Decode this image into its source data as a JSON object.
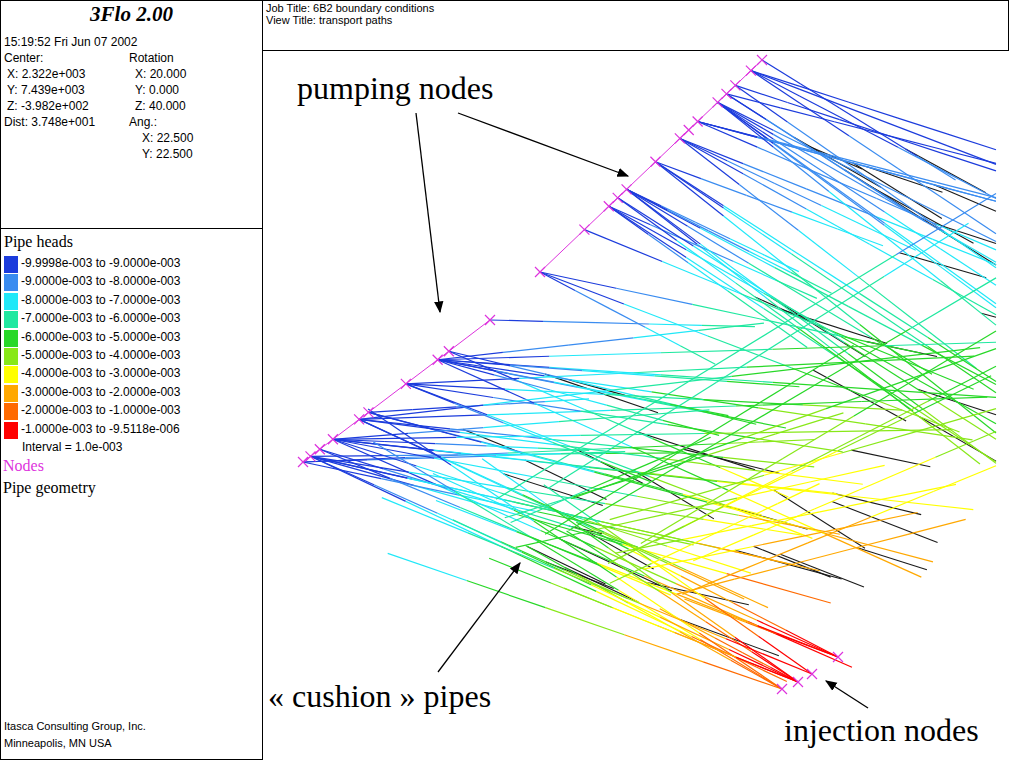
{
  "diagram": {
    "nodes": [
      {
        "text": [
          "3Flo 2.00",
          "15:19:52 Fri Jun 07 2002",
          "Center:",
          "Rotation",
          "X: 2.322e+003",
          "X: 20.000",
          "Y: 7.439e+003",
          "Y: 0.000",
          "Z: -3.982e+002",
          "Z: 40.000",
          "Dist: 3.748e+001",
          "Ang.:",
          "X: 22.500",
          "Y: 22.500"
        ]
      },
      {
        "text": [
          "Job Title: 6B2 boundary conditions",
          "View Title: transport paths"
        ]
      },
      {
        "text": [
          "Pipe heads",
          "Interval = 1.0e-003",
          "Itasca Consulting Group, Inc.",
          "Minneapolis, MN USA"
        ]
      }
    ],
    "labels": [
      "pumping nodes",
      "« cushion » pipes",
      "injection nodes"
    ],
    "legend": [
      {
        "text": "-9.9998e-003 to -9.0000e-003",
        "color": "#1c3cdc"
      },
      {
        "text": "-9.0000e-003 to -8.0000e-003",
        "color": "#3a8cf0"
      },
      {
        "text": "-8.0000e-003 to -7.0000e-003",
        "color": "#20e8f8"
      },
      {
        "text": "-7.0000e-003 to -6.0000e-003",
        "color": "#20e8a0"
      },
      {
        "text": "-6.0000e-003 to -5.0000e-003",
        "color": "#28d828"
      },
      {
        "text": "-5.0000e-003 to -4.0000e-003",
        "color": "#88e818"
      },
      {
        "text": "-4.0000e-003 to -3.0000e-003",
        "color": "#ffff00"
      },
      {
        "text": "-3.0000e-003 to -2.0000e-003",
        "color": "#ffa800"
      },
      {
        "text": "-2.0000e-003 to -1.0000e-003",
        "color": "#ff6a00"
      },
      {
        "text": "-1.0000e-003 to -9.5118e-006",
        "color": "#ff0000"
      },
      {
        "text": "Nodes"
      },
      {
        "text": "Pipe geometry"
      }
    ]
  }
}
